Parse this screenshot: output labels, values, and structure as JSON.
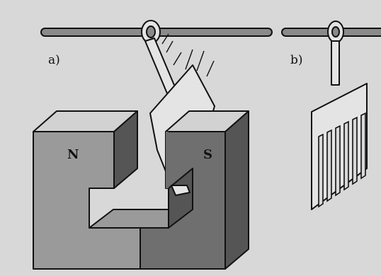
{
  "panels": {
    "a": {
      "label": "a)"
    },
    "b": {
      "label": "b)"
    }
  },
  "magnet": {
    "north_label": "N",
    "south_label": "S"
  },
  "colors": {
    "background": "#d8d8d8",
    "magnet_front_light": "#9a9a9a",
    "magnet_front_dark": "#6f6f6f",
    "magnet_top": "#d2d2d2",
    "magnet_side": "#555555",
    "rod": "#8a8a8a",
    "plate": "#e4e4e4",
    "outline": "#111111"
  }
}
